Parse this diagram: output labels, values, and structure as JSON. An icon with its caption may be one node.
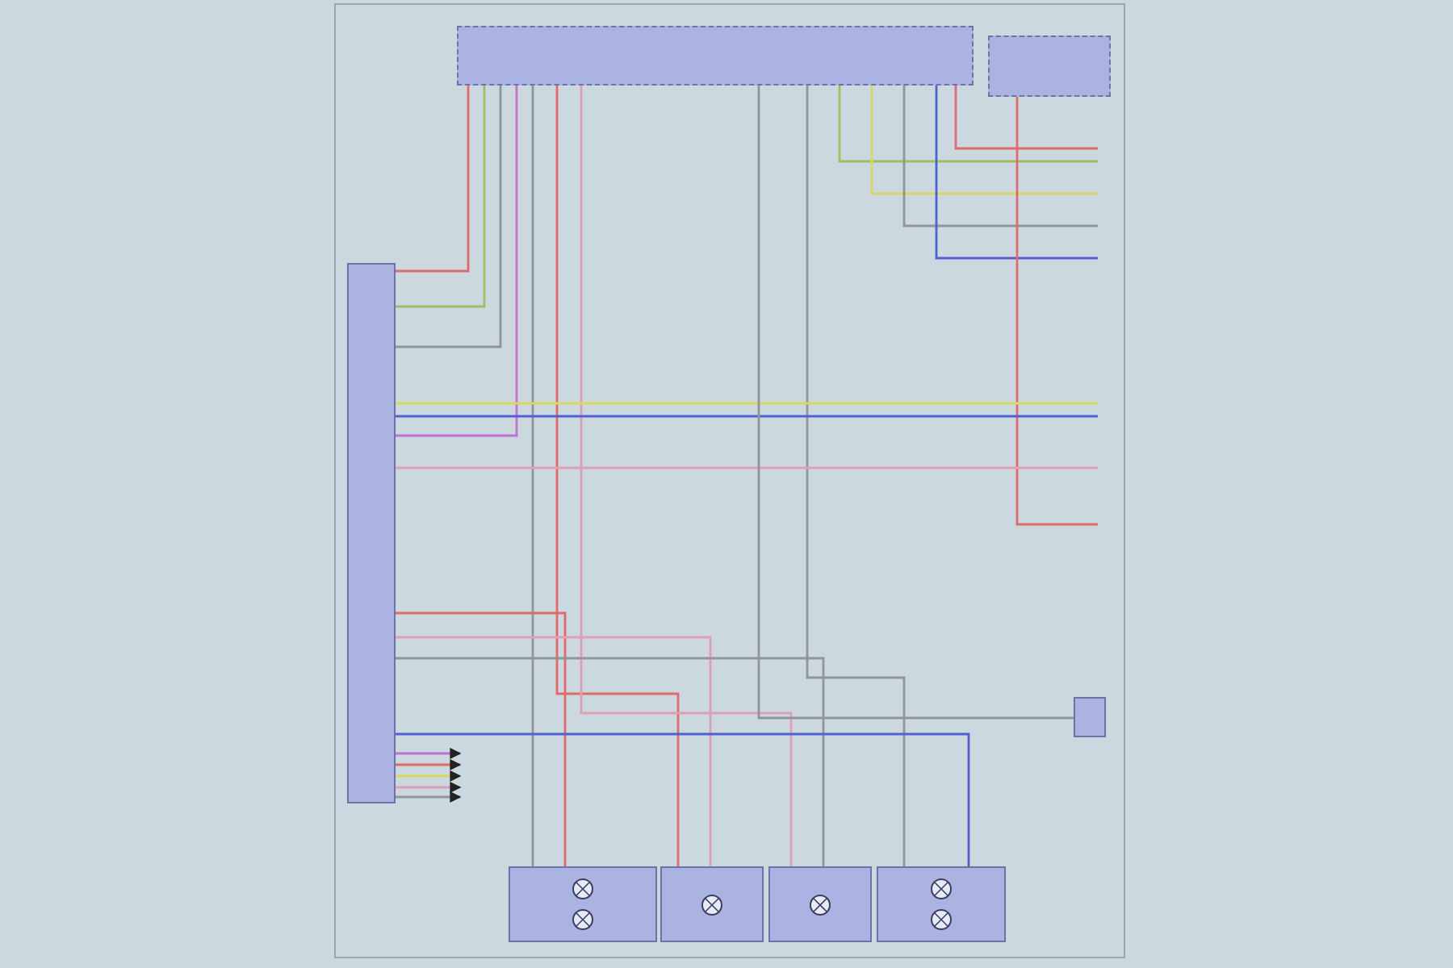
{
  "diagram": {
    "nodes": [
      {
        "text": [],
        "shape": "box"
      },
      {
        "text": [],
        "shape": "box"
      },
      {
        "text": [],
        "shape": "box"
      },
      {
        "text": [],
        "shape": "box"
      },
      {
        "text": [],
        "shape": "box"
      },
      {
        "text": [],
        "shape": "box"
      },
      {
        "text": [],
        "shape": "box"
      },
      {
        "text": [],
        "shape": "box"
      }
    ],
    "edges": [
      {
        "from": 0,
        "to": 2,
        "arrow": "none",
        "color": "#e06a6a"
      },
      {
        "from": 0,
        "to": 2,
        "arrow": "none",
        "color": "#9cc060"
      },
      {
        "from": 0,
        "to": 2,
        "arrow": "none"
      },
      {
        "from": 0,
        "to": 2,
        "arrow": "none",
        "color": "#c070d0"
      },
      {
        "from": 0,
        "to": 3,
        "arrow": "none"
      },
      {
        "from": 0,
        "to": 4,
        "arrow": "none",
        "color": "#e06a6a"
      },
      {
        "from": 0,
        "to": 5,
        "arrow": "none",
        "color": "#e0a0b4"
      },
      {
        "from": 0,
        "to": 6,
        "arrow": "none"
      },
      {
        "from": 0,
        "to": null,
        "arrow": "none",
        "color": "#9cc060"
      },
      {
        "from": 0,
        "to": null,
        "arrow": "none",
        "color": "#d8d860"
      },
      {
        "from": 0,
        "to": null,
        "arrow": "none"
      },
      {
        "from": 0,
        "to": null,
        "arrow": "none",
        "color": "#5060d0"
      },
      {
        "from": 0,
        "to": null,
        "arrow": "none",
        "color": "#e06a6a"
      },
      {
        "from": 1,
        "to": null,
        "arrow": "none",
        "color": "#e06a6a"
      },
      {
        "from": 2,
        "to": null,
        "arrow": "none",
        "color": "#d8d860"
      },
      {
        "from": 2,
        "to": null,
        "arrow": "none",
        "color": "#5060d0"
      },
      {
        "from": 2,
        "to": null,
        "arrow": "none",
        "color": "#e0a0b4"
      },
      {
        "from": 2,
        "to": 3,
        "arrow": "none",
        "color": "#e06a6a"
      },
      {
        "from": 2,
        "to": 4,
        "arrow": "none",
        "color": "#e0a0b4"
      },
      {
        "from": 2,
        "to": 5,
        "arrow": "none"
      },
      {
        "from": 2,
        "to": 6,
        "arrow": "none",
        "color": "#5060d0"
      },
      {
        "from": 7,
        "to": 0,
        "arrow": "none"
      },
      {
        "from": 2,
        "to": null,
        "arrow": "to",
        "color": "#c070d0"
      },
      {
        "from": 2,
        "to": null,
        "arrow": "to",
        "color": "#e06a6a"
      },
      {
        "from": 2,
        "to": null,
        "arrow": "to",
        "color": "#d8d860"
      },
      {
        "from": 2,
        "to": null,
        "arrow": "to",
        "color": "#e0a0b4"
      },
      {
        "from": 2,
        "to": null,
        "arrow": "to"
      }
    ]
  }
}
